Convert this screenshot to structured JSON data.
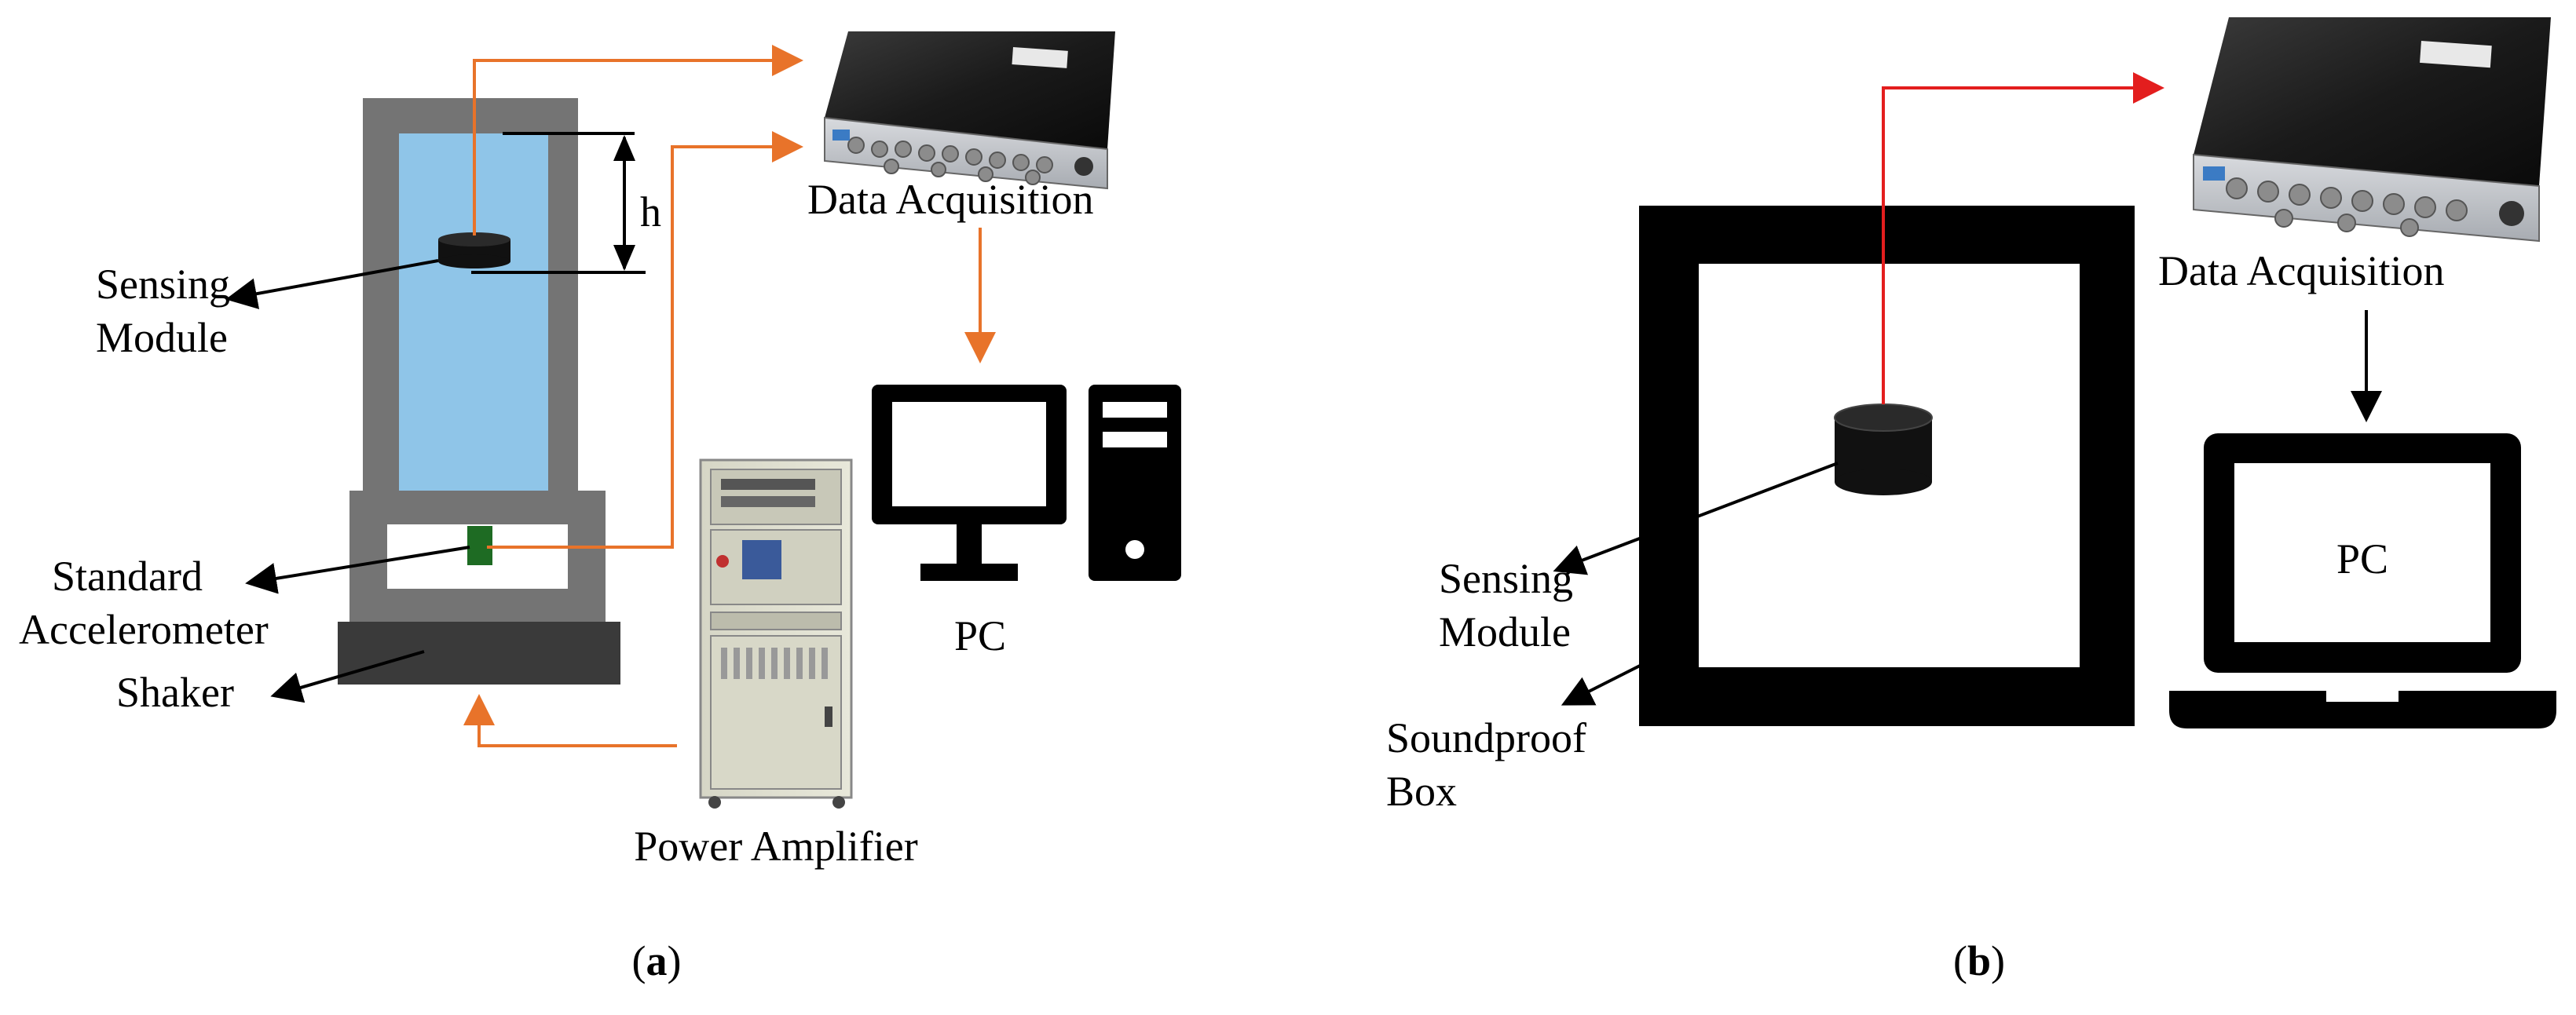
{
  "panel_a": {
    "caption_open": "(",
    "caption_letter": "a",
    "caption_close": ")",
    "labels": {
      "sensing_line1": "Sensing",
      "sensing_line2": "Module",
      "h": "h",
      "daq": "Data Acquisition",
      "pc": "PC",
      "std_line1": "Standard",
      "std_line2": "Accelerometer",
      "shaker": "Shaker",
      "amp": "Power Amplifier"
    }
  },
  "panel_b": {
    "caption_open": "(",
    "caption_letter": "b",
    "caption_close": ")",
    "labels": {
      "daq": "Data Acquisition",
      "pc": "PC",
      "sensing_line1": "Sensing",
      "sensing_line2": "Module",
      "box_line1": "Soundproof",
      "box_line2": "Box"
    }
  },
  "colors": {
    "orange_signal": "#E8732A",
    "red_signal": "#E31E1E",
    "frame_gray": "#747474",
    "water_blue": "#8FC5E8",
    "sensor_black": "#111111",
    "accelerometer_green": "#1E6B23",
    "shaker_dark": "#3A3A3A"
  },
  "icons": [
    "data-acquisition-device",
    "desktop-pc-icon",
    "laptop-pc-icon",
    "power-amplifier-cabinet"
  ]
}
